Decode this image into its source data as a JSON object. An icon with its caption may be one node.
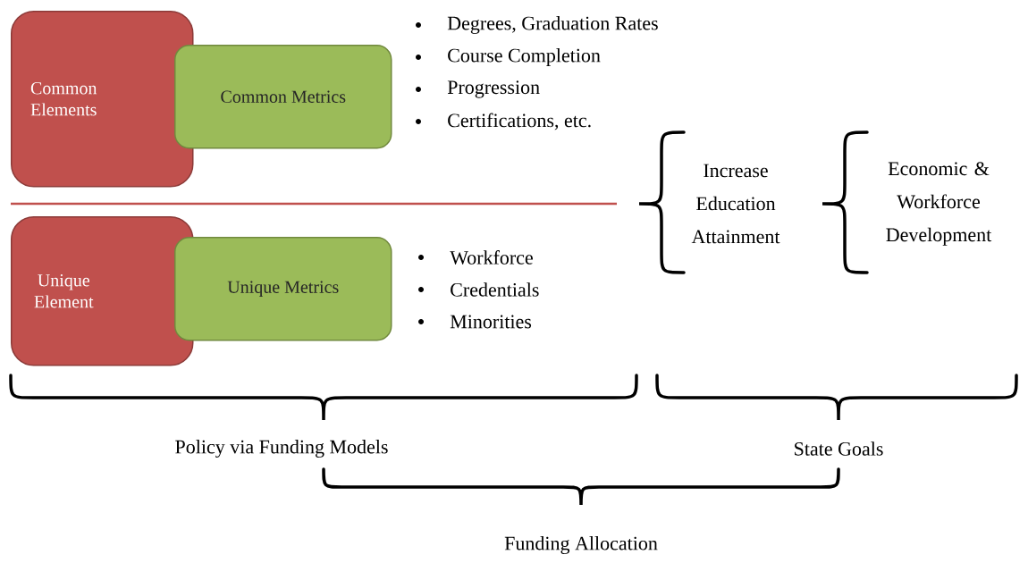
{
  "diagram": {
    "nodes": [
      {
        "text": [
          "Common Elements"
        ]
      },
      {
        "text": [
          "Common Metrics"
        ]
      },
      {
        "text": [
          "Unique Element"
        ]
      },
      {
        "text": [
          "Unique Metrics"
        ]
      }
    ],
    "labels": [
      "Degrees, Graduation Rates",
      "Course Completion",
      "Progression",
      "Certifications, etc.",
      "Workforce",
      "Credentials",
      "Minorities",
      "Increase Education Attainment",
      "Economic & Workforce Development",
      "Policy via Funding Models",
      "State Goals",
      "Funding Allocation"
    ]
  }
}
